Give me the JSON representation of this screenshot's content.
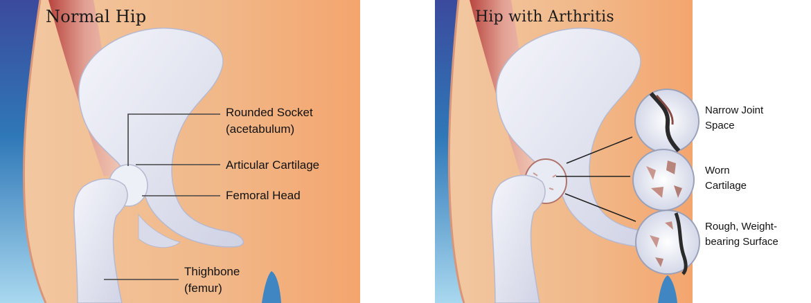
{
  "normal": {
    "title": "Normal Hip",
    "labels": {
      "socket_1": "Rounded Socket",
      "socket_2": "(acetabulum)",
      "cartilage": "Articular Cartilage",
      "head": "Femoral Head",
      "thigh_1": "Thighbone",
      "thigh_2": "(femur)"
    }
  },
  "arthritis": {
    "title": "Hip with Arthritis",
    "labels": {
      "narrow_1": "Narrow Joint",
      "narrow_2": "Space",
      "worn_1": "Worn",
      "worn_2": "Cartilage",
      "rough_1": "Rough, Weight-",
      "rough_2": "bearing Surface"
    }
  }
}
